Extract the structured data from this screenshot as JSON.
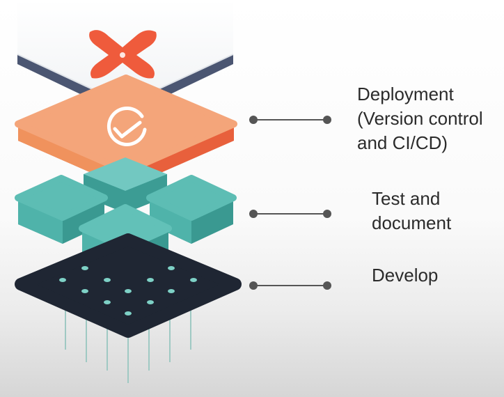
{
  "logo": {
    "name": "x-logo-icon",
    "color": "#ef5b3c"
  },
  "layers": [
    {
      "id": "deployment",
      "label": "Deployment\n(Version control\nand CI/CD)",
      "icon": "check-circle-icon",
      "color": "#f4a57a"
    },
    {
      "id": "test",
      "label": "Test and\ndocument",
      "icon": "teal-blocks",
      "color": "#4fb3aa"
    },
    {
      "id": "develop",
      "label": "Develop",
      "icon": "dotted-board",
      "color": "#1f2633"
    }
  ],
  "connector_color": "#555555"
}
